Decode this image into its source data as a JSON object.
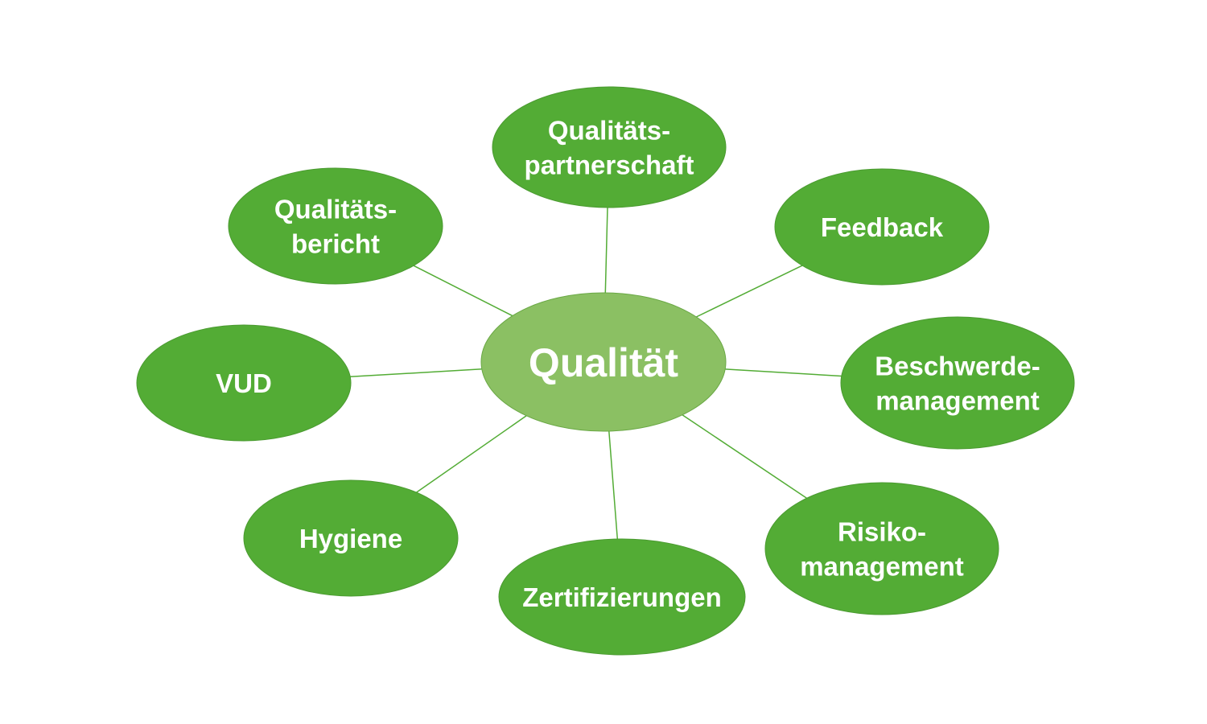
{
  "diagram": {
    "colors": {
      "center_fill": "#8bc063",
      "node_fill": "#53ac35",
      "connector": "#53ac35",
      "text": "#ffffff",
      "background": "#ffffff"
    },
    "center": {
      "label": "Qualität"
    },
    "nodes": [
      {
        "id": "qualitaetspartnerschaft",
        "lines": [
          "Qualitäts-",
          "partnerschaft"
        ]
      },
      {
        "id": "feedback",
        "lines": [
          "Feedback"
        ]
      },
      {
        "id": "beschwerdemanagement",
        "lines": [
          "Beschwerde-",
          "management"
        ]
      },
      {
        "id": "risikomanagement",
        "lines": [
          "Risiko-",
          "management"
        ]
      },
      {
        "id": "zertifizierungen",
        "lines": [
          "Zertifizierungen"
        ]
      },
      {
        "id": "hygiene",
        "lines": [
          "Hygiene"
        ]
      },
      {
        "id": "vud",
        "lines": [
          "VUD"
        ]
      },
      {
        "id": "qualitaetsbericht",
        "lines": [
          "Qualitäts-",
          "bericht"
        ]
      }
    ]
  }
}
